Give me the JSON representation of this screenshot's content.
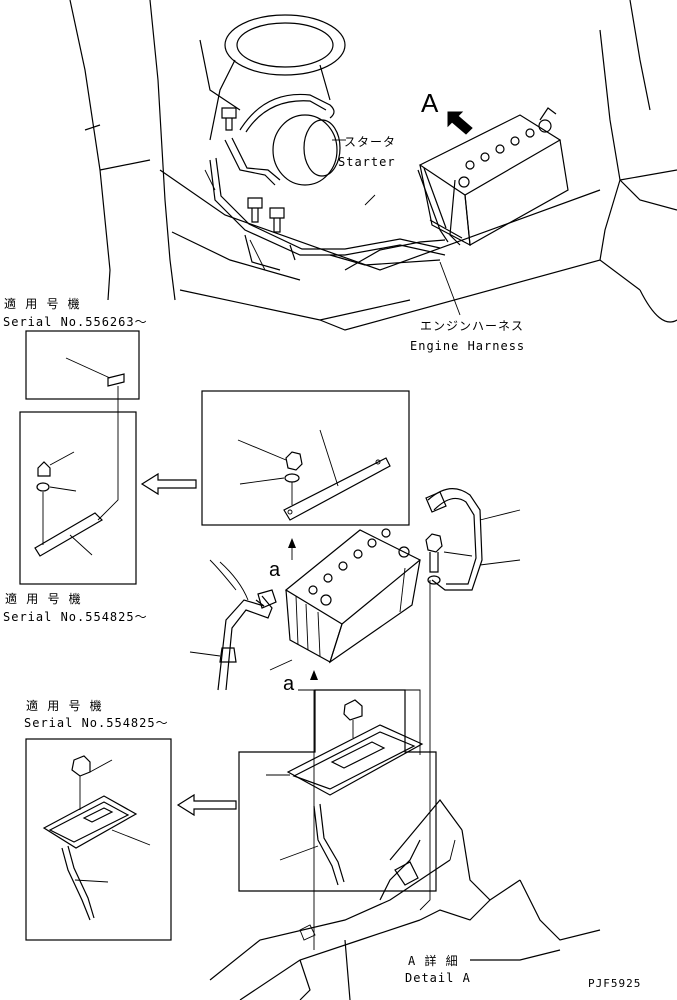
{
  "labels": {
    "view_marker": "A",
    "starter_jp": "スタータ",
    "starter_en": "Starter",
    "harness_jp": "エンジンハーネス",
    "harness_en": "Engine Harness",
    "serial_heading_1": "適 用 号 機",
    "serial_1": "Serial No.556263～",
    "serial_heading_2": "適 用 号 機",
    "serial_2": "Serial No.554825～",
    "serial_heading_3": "適 用 号 機",
    "serial_3": "Serial No.554825～",
    "ref_a_upper": "a",
    "ref_a_lower": "a",
    "detail_jp": "A 詳 細",
    "detail_en": "Detail A",
    "drawing_code": "PJF5925"
  },
  "icons": [
    "view-direction-arrow-icon",
    "left-pointing-hollow-arrow-icon",
    "up-pointing-arrow-icon"
  ]
}
